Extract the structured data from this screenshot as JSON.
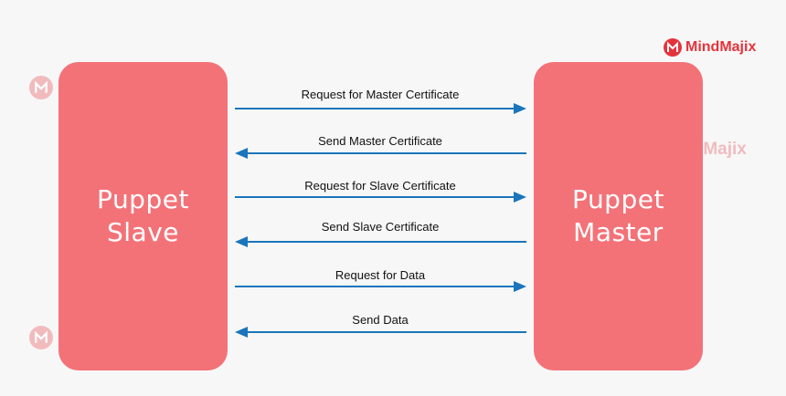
{
  "logo": {
    "text": "MindMajix",
    "color": "#e5333b"
  },
  "watermark_text": "MindMajix",
  "nodes": {
    "slave": "Puppet\nSlave",
    "master": "Puppet\nMaster"
  },
  "colors": {
    "node_fill": "#f37278",
    "arrow": "#1a75bb",
    "background": "#f7f7f7"
  },
  "flows": [
    {
      "label": "Request for Master Certificate",
      "direction": "slave-to-master"
    },
    {
      "label": "Send Master Certificate",
      "direction": "master-to-slave"
    },
    {
      "label": "Request for Slave Certificate",
      "direction": "slave-to-master"
    },
    {
      "label": "Send Slave Certificate",
      "direction": "master-to-slave"
    },
    {
      "label": "Request for Data",
      "direction": "slave-to-master"
    },
    {
      "label": "Send Data",
      "direction": "master-to-slave"
    }
  ]
}
